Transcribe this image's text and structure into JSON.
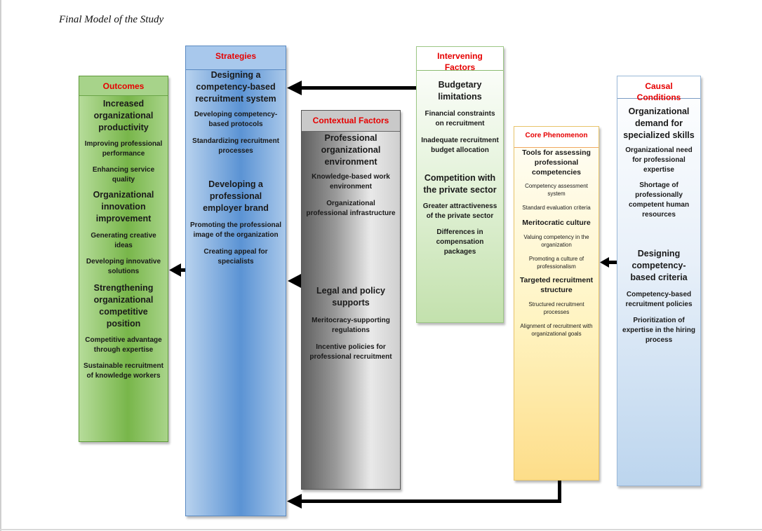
{
  "figure": {
    "title": "Final Model of the Study"
  },
  "outcomes": {
    "header": "Outcomes",
    "items": [
      {
        "text": "Increased organizational productivity",
        "level": "big"
      },
      {
        "text": "Improving professional performance",
        "level": "sm"
      },
      {
        "text": "Enhancing service quality",
        "level": "sm"
      },
      {
        "text": "Organizational innovation improvement",
        "level": "big"
      },
      {
        "text": "Generating creative ideas",
        "level": "sm"
      },
      {
        "text": "Developing innovative solutions",
        "level": "sm"
      },
      {
        "text": "Strengthening organizational competitive position",
        "level": "big"
      },
      {
        "text": "Competitive advantage through expertise",
        "level": "sm"
      },
      {
        "text": "Sustainable recruitment of knowledge workers",
        "level": "sm"
      }
    ]
  },
  "strategies": {
    "header": "Strategies",
    "items": [
      {
        "text": "Designing a competency-based recruitment system",
        "level": "big"
      },
      {
        "text": "Developing competency-based protocols",
        "level": "sm"
      },
      {
        "text": "Standardizing recruitment processes",
        "level": "sm"
      },
      {
        "text": "Developing a professional employer brand",
        "level": "big"
      },
      {
        "text": "Promoting the professional image of the organization",
        "level": "sm"
      },
      {
        "text": "Creating appeal for specialists",
        "level": "sm"
      }
    ]
  },
  "contextual": {
    "header": "Contextual Factors",
    "items": [
      {
        "text": "Professional organizational environment",
        "level": "big"
      },
      {
        "text": "Knowledge-based work environment",
        "level": "sm"
      },
      {
        "text": "Organizational professional infrastructure",
        "level": "sm"
      },
      {
        "text": "Legal and policy supports",
        "level": "big"
      },
      {
        "text": "Meritocracy-supporting regulations",
        "level": "sm"
      },
      {
        "text": "Incentive policies for professional recruitment",
        "level": "sm"
      }
    ]
  },
  "intervening": {
    "header": "Intervening Factors",
    "items": [
      {
        "text": "Budgetary limitations",
        "level": "big"
      },
      {
        "text": "Financial constraints on recruitment",
        "level": "sm"
      },
      {
        "text": "Inadequate recruitment budget allocation",
        "level": "sm"
      },
      {
        "text": "Competition with the private sector",
        "level": "big"
      },
      {
        "text": "Greater attractiveness of the private sector",
        "level": "sm"
      },
      {
        "text": "Differences in compensation packages",
        "level": "sm"
      }
    ]
  },
  "core": {
    "header": "Core Phenomenon",
    "items": [
      {
        "text": "Tools for assessing professional competencies",
        "level": "med"
      },
      {
        "text": "Competency assessment system",
        "level": "xs"
      },
      {
        "text": "Standard evaluation criteria",
        "level": "xs"
      },
      {
        "text": "Meritocratic culture",
        "level": "med"
      },
      {
        "text": "Valuing competency in the organization",
        "level": "xs"
      },
      {
        "text": "Promoting a culture of professionalism",
        "level": "xs"
      },
      {
        "text": "Targeted recruitment structure",
        "level": "med"
      },
      {
        "text": "Structured recruitment processes",
        "level": "xs"
      },
      {
        "text": "Alignment of recruitment with organizational goals",
        "level": "xs"
      }
    ]
  },
  "causal": {
    "header": "Causal Conditions",
    "items": [
      {
        "text": "Organizational demand for specialized skills",
        "level": "big"
      },
      {
        "text": "Organizational need for professional expertise",
        "level": "sm"
      },
      {
        "text": "Shortage of professionally competent human resources",
        "level": "sm"
      },
      {
        "text": "Designing competency-based criteria",
        "level": "big"
      },
      {
        "text": "Competency-based recruitment policies",
        "level": "sm"
      },
      {
        "text": "Prioritization of expertise in the hiring process",
        "level": "sm"
      }
    ]
  },
  "colors": {
    "header_text": "#e60000",
    "arrow": "#000000",
    "outcomes": "#78b64a",
    "strategies": "#5b93d4",
    "contextual": "#9a9a9a",
    "intervening": "#c3e1ad",
    "core": "#fddd89",
    "causal": "#bcd5ee"
  }
}
